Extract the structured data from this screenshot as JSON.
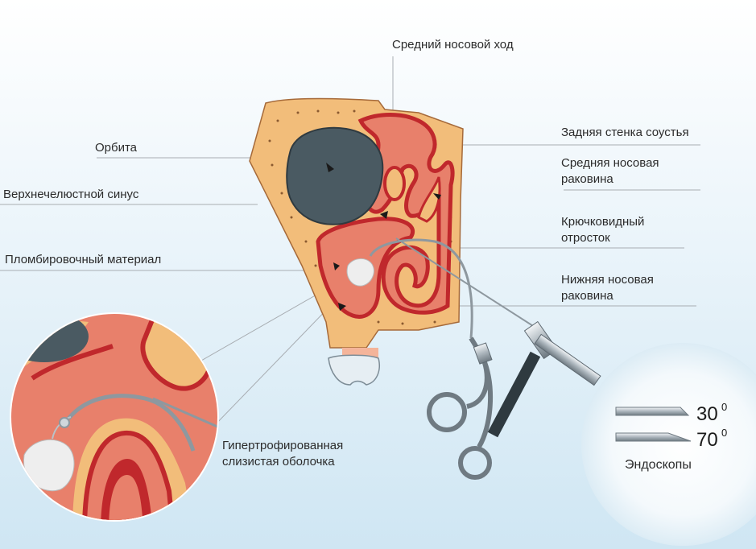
{
  "labels": {
    "middle_meatus": "Средний носовой ход",
    "orbit": "Орбита",
    "posterior_wall": "Задняя стенка соустья",
    "middle_turbinate_1": "Средняя носовая",
    "middle_turbinate_2": "раковина",
    "maxillary_sinus": "Верхнечелюстной синус",
    "uncinate_1": "Крючковидный",
    "uncinate_2": "отросток",
    "filling_material": "Пломбировочный материал",
    "inferior_turbinate_1": "Нижняя носовая",
    "inferior_turbinate_2": "раковина",
    "hypertrophic_1": "Гипертрофированная",
    "hypertrophic_2": "слизистая оболочка"
  },
  "endoscopes": {
    "title": "Эндоскопы",
    "angle_30": "30",
    "angle_70": "70",
    "degree_mark": "0"
  },
  "colors": {
    "bone": "#f2bd7a",
    "mucosa": "#e8806b",
    "mucosa_dark": "#c0282c",
    "orbit": "#4a5a62",
    "tissue_light": "#fbe0c0",
    "instrument": "#5f6a72",
    "leader_line": "#9aa0a6"
  }
}
